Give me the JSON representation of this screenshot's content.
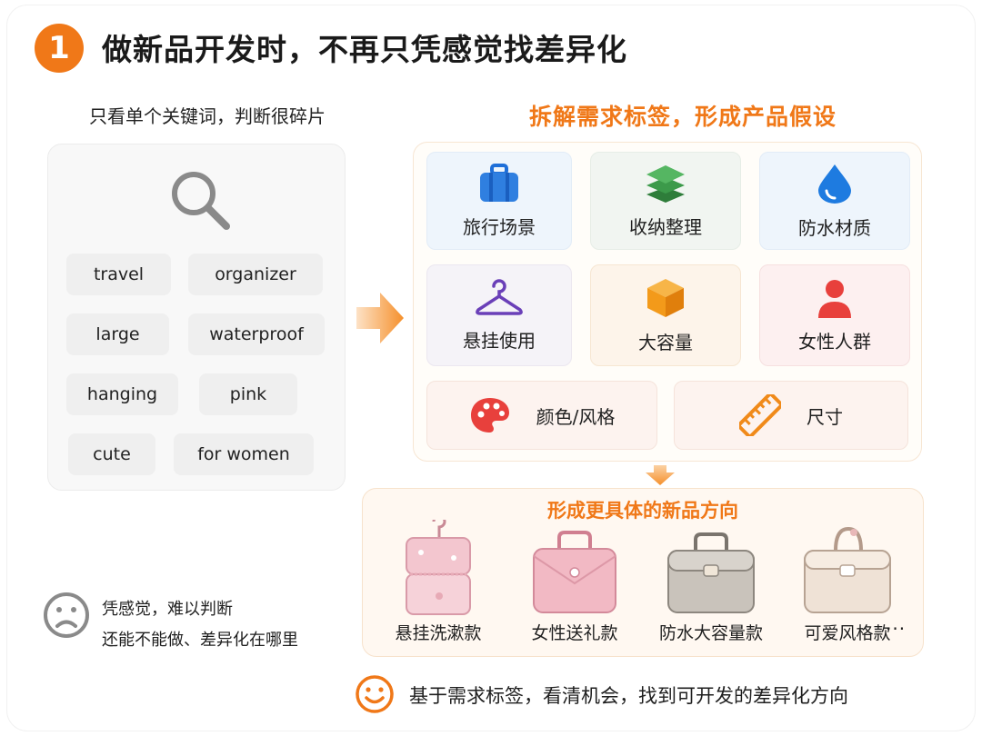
{
  "header": {
    "step_number": "1",
    "title": "做新品开发时，不再只凭感觉找差异化"
  },
  "left": {
    "subtitle": "只看单个关键词，判断很碎片",
    "keywords": [
      "travel",
      "organizer",
      "large",
      "waterproof",
      "hanging",
      "pink",
      "cute",
      "for women"
    ],
    "search_icon": "search-icon"
  },
  "right": {
    "subtitle": "拆解需求标签，形成产品假设",
    "tags": [
      {
        "label": "旅行场景",
        "icon": "suitcase-icon",
        "color": "#2f7fe0"
      },
      {
        "label": "收纳整理",
        "icon": "layers-icon",
        "color": "#3c9a4a"
      },
      {
        "label": "防水材质",
        "icon": "water-drop-icon",
        "color": "#1e7be0"
      },
      {
        "label": "悬挂使用",
        "icon": "hanger-icon",
        "color": "#6a3fb8"
      },
      {
        "label": "大容量",
        "icon": "box-icon",
        "color": "#f39a1a"
      },
      {
        "label": "女性人群",
        "icon": "person-icon",
        "color": "#e8403c"
      },
      {
        "label": "颜色/风格",
        "icon": "palette-icon",
        "color": "#e8403c"
      },
      {
        "label": "尺寸",
        "icon": "ruler-icon",
        "color": "#f08a1a"
      }
    ]
  },
  "products": {
    "title": "形成更具体的新品方向",
    "items": [
      {
        "label": "悬挂洗漱款",
        "icon": "pink-hanging-bag-icon"
      },
      {
        "label": "女性送礼款",
        "icon": "pink-handbag-icon"
      },
      {
        "label": "防水大容量款",
        "icon": "gray-bag-icon"
      },
      {
        "label": "可爱风格款",
        "icon": "beige-bag-icon"
      }
    ],
    "more": "···"
  },
  "bottom_left": {
    "line1": "凭感觉，难以判断",
    "line2": "还能不能做、差异化在哪里",
    "icon": "sad-face-icon"
  },
  "bottom_right": {
    "text": "基于需求标签，看清机会，找到可开发的差异化方向",
    "icon": "smile-face-icon"
  },
  "colors": {
    "accent": "#f07818"
  }
}
